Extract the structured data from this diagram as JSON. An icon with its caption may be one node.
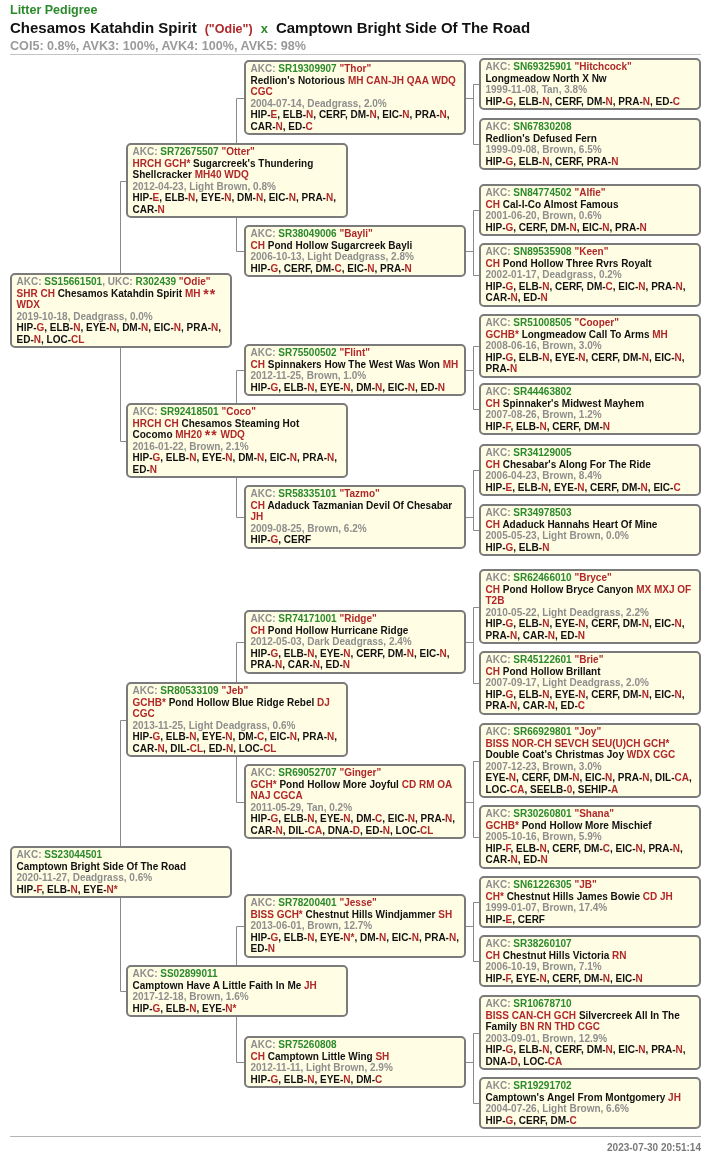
{
  "diagram": {
    "title": "Litter Pedigree",
    "nodes": [
      {
        "text": [
          "AKC: SS15661501, UKC: R302439 \"Odie\"",
          "SHR CH Chesamos Katahdin Spirit MH ** WDX",
          "2019-10-18, Deadgrass, 0.0%",
          "HIP-G, ELB-N, EYE-N, DM-N, EIC-N, PRA-N, ED-N, LOC-CL"
        ]
      },
      {
        "text": [
          "AKC: SS23044501",
          "Camptown Bright Side Of The Road",
          "2020-11-27, Deadgrass, 0.6%",
          "HIP-F, ELB-N, EYE-N*"
        ]
      },
      {
        "text": [
          "AKC: SR72675507 \"Otter\"",
          "HRCH GCH* Sugarcreek's Thundering Shellcracker MH40 WDQ",
          "2012-04-23, Light Brown, 0.8%",
          "HIP-E, ELB-N, EYE-N, DM-N, EIC-N, PRA-N, CAR-N"
        ]
      },
      {
        "text": [
          "AKC: SR92418501 \"Coco\"",
          "HRCH CH Chesamos Steaming Hot Cocomo MH20 ** WDQ",
          "2016-01-22, Brown, 2.1%",
          "HIP-G, ELB-N, EYE-N, DM-N, EIC-N, PRA-N, ED-N"
        ]
      },
      {
        "text": [
          "AKC: SR80533109 \"Jeb\"",
          "GCHB* Pond Hollow Blue Ridge Rebel DJ CGC",
          "2013-11-25, Light Deadgrass, 0.6%",
          "HIP-G, ELB-N, EYE-N, DM-C, EIC-N, PRA-N, CAR-N, DIL-CL, ED-N, LOC-CL"
        ]
      },
      {
        "text": [
          "AKC: SS02899011",
          "Camptown Have A Little Faith In Me JH",
          "2017-12-18, Brown, 1.6%",
          "HIP-G, ELB-N, EYE-N*"
        ]
      },
      {
        "text": [
          "AKC: SR19309907 \"Thor\"",
          "Redlion's Notorious MH CAN-JH QAA WDQ CGC",
          "2004-07-14, Deadgrass, 2.0%",
          "HIP-E, ELB-N, CERF, DM-N, EIC-N, PRA-N, CAR-N, ED-C"
        ]
      },
      {
        "text": [
          "AKC: SR38049006 \"Bayli\"",
          "CH Pond Hollow Sugarcreek Bayli",
          "2006-10-13, Light Deadgrass, 2.8%",
          "HIP-G, CERF, DM-C, EIC-N, PRA-N"
        ]
      },
      {
        "text": [
          "AKC: SR75500502 \"Flint\"",
          "CH Spinnakers How The West Was Won MH",
          "2012-11-25, Brown, 1.0%",
          "HIP-G, ELB-N, EYE-N, DM-N, EIC-N, ED-N"
        ]
      },
      {
        "text": [
          "AKC: SR58335101 \"Tazmo\"",
          "CH Adaduck Tazmanian Devil Of Chesabar JH",
          "2009-08-25, Brown, 6.2%",
          "HIP-G, CERF"
        ]
      },
      {
        "text": [
          "AKC: SR74171001 \"Ridge\"",
          "CH Pond Hollow Hurricane Ridge",
          "2012-05-03, Dark Deadgrass, 2.4%",
          "HIP-G, ELB-N, EYE-N, CERF, DM-N, EIC-N, PRA-N, CAR-N, ED-N"
        ]
      },
      {
        "text": [
          "AKC: SR69052707 \"Ginger\"",
          "GCH* Pond Hollow More Joyful CD RM OA NAJ CGCA",
          "2011-05-29, Tan, 0.2%",
          "HIP-G, ELB-N, EYE-N, DM-C, EIC-N, PRA-N, CAR-N, DIL-CA, DNA-D, ED-N, LOC-CL"
        ]
      },
      {
        "text": [
          "AKC: SR78200401 \"Jesse\"",
          "BISS GCH* Chestnut Hills Windjammer SH",
          "2013-06-01, Brown, 12.7%",
          "HIP-G, ELB-N, EYE-N*, DM-N, EIC-N, PRA-N, ED-N"
        ]
      },
      {
        "text": [
          "AKC: SR75260808",
          "CH Camptown Little Wing SH",
          "2012-11-11, Light Brown, 2.9%",
          "HIP-G, ELB-N, EYE-N, DM-C"
        ]
      },
      {
        "text": [
          "AKC: SN69325901 \"Hitchcock\"",
          "Longmeadow North X Nw",
          "1999-11-08, Tan, 3.8%",
          "HIP-G, ELB-N, CERF, DM-N, PRA-N, ED-C"
        ]
      },
      {
        "text": [
          "AKC: SN67830208",
          "Redlion's Defused Fern",
          "1999-09-08, Brown, 6.5%",
          "HIP-G, ELB-N, CERF, PRA-N"
        ]
      },
      {
        "text": [
          "AKC: SN84774502 \"Alfie\"",
          "CH Cal-I-Co Almost Famous",
          "2001-06-20, Brown, 0.6%",
          "HIP-G, CERF, DM-N, EIC-N, PRA-N"
        ]
      },
      {
        "text": [
          "AKC: SN89535908 \"Keen\"",
          "CH Pond Hollow Three Rvrs Royalt",
          "2002-01-17, Deadgrass, 0.2%",
          "HIP-G, ELB-N, CERF, DM-C, EIC-N, PRA-N, CAR-N, ED-N"
        ]
      },
      {
        "text": [
          "AKC: SR51008505 \"Cooper\"",
          "GCHB* Longmeadow Call To Arms MH",
          "2008-06-16, Brown, 3.0%",
          "HIP-G, ELB-N, EYE-N, CERF, DM-N, EIC-N, PRA-N"
        ]
      },
      {
        "text": [
          "AKC: SR44463802",
          "CH Spinnaker's Midwest Mayhem",
          "2007-08-26, Brown, 1.2%",
          "HIP-F, ELB-N, CERF, DM-N"
        ]
      },
      {
        "text": [
          "AKC: SR34129005",
          "CH Chesabar's Along For The Ride",
          "2006-04-23, Brown, 8.4%",
          "HIP-E, ELB-N, EYE-N, CERF, DM-N, EIC-C"
        ]
      },
      {
        "text": [
          "AKC: SR34978503",
          "CH Adaduck Hannahs Heart Of Mine",
          "2005-05-23, Light Brown, 0.0%",
          "HIP-G, ELB-N"
        ]
      },
      {
        "text": [
          "AKC: SR62466010 \"Bryce\"",
          "CH Pond Hollow Bryce Canyon MX MXJ OF T2B",
          "2010-05-22, Light Deadgrass, 2.2%",
          "HIP-G, ELB-N, EYE-N, CERF, DM-N, EIC-N, PRA-N, CAR-N, ED-N"
        ]
      },
      {
        "text": [
          "AKC: SR45122601 \"Brie\"",
          "CH Pond Hollow Brillant",
          "2007-09-17, Light Deadgrass, 2.0%",
          "HIP-G, ELB-N, EYE-N, CERF, DM-N, EIC-N, PRA-N, CAR-N, ED-C"
        ]
      },
      {
        "text": [
          "AKC: SR66929801 \"Joy\"",
          "BISS NOR-CH SEVCH SEU(U)CH GCH* Double Coat's Christmas Joy WDX CGC",
          "2007-12-23, Brown, 3.0%",
          "EYE-N, CERF, DM-N, EIC-N, PRA-N, DIL-CA, LOC-CA, SEELB-0, SEHIP-A"
        ]
      },
      {
        "text": [
          "AKC: SR30260801 \"Shana\"",
          "GCHB* Pond Hollow More Mischief",
          "2005-10-16, Brown, 5.9%",
          "HIP-F, ELB-N, CERF, DM-C, EIC-N, PRA-N, CAR-N, ED-N"
        ]
      },
      {
        "text": [
          "AKC: SN61226305 \"JB\"",
          "CH* Chestnut Hills James Bowie CD JH",
          "1999-01-07, Brown, 17.4%",
          "HIP-E, CERF"
        ]
      },
      {
        "text": [
          "AKC: SR38260107",
          "CH Chestnut Hills Victoria RN",
          "2006-10-19, Brown, 7.1%",
          "HIP-F, EYE-N, CERF, DM-N, EIC-N"
        ]
      },
      {
        "text": [
          "AKC: SR10678710",
          "BISS CAN-CH GCH Silvercreek All In The Family BN RN THD CGC",
          "2003-09-01, Brown, 12.9%",
          "HIP-G, ELB-N, CERF, DM-N, EIC-N, PRA-N, DNA-D, LOC-CA"
        ]
      },
      {
        "text": [
          "AKC: SR19291702",
          "Camptown's Angel From Montgomery JH",
          "2004-07-26, Light Brown, 6.6%",
          "HIP-G, CERF, DM-C"
        ]
      }
    ],
    "edges": [
      {
        "from": 0,
        "to": 2,
        "arrow": "none"
      },
      {
        "from": 0,
        "to": 3,
        "arrow": "none"
      },
      {
        "from": 1,
        "to": 4,
        "arrow": "none"
      },
      {
        "from": 1,
        "to": 5,
        "arrow": "none"
      },
      {
        "from": 2,
        "to": 6,
        "arrow": "none"
      },
      {
        "from": 2,
        "to": 7,
        "arrow": "none"
      },
      {
        "from": 3,
        "to": 8,
        "arrow": "none"
      },
      {
        "from": 3,
        "to": 9,
        "arrow": "none"
      },
      {
        "from": 4,
        "to": 10,
        "arrow": "none"
      },
      {
        "from": 4,
        "to": 11,
        "arrow": "none"
      },
      {
        "from": 5,
        "to": 12,
        "arrow": "none"
      },
      {
        "from": 5,
        "to": 13,
        "arrow": "none"
      },
      {
        "from": 6,
        "to": 14,
        "arrow": "none"
      },
      {
        "from": 6,
        "to": 15,
        "arrow": "none"
      },
      {
        "from": 7,
        "to": 16,
        "arrow": "none"
      },
      {
        "from": 7,
        "to": 17,
        "arrow": "none"
      },
      {
        "from": 8,
        "to": 18,
        "arrow": "none"
      },
      {
        "from": 8,
        "to": 19,
        "arrow": "none"
      },
      {
        "from": 9,
        "to": 20,
        "arrow": "none"
      },
      {
        "from": 9,
        "to": 21,
        "arrow": "none"
      },
      {
        "from": 10,
        "to": 22,
        "arrow": "none"
      },
      {
        "from": 10,
        "to": 23,
        "arrow": "none"
      },
      {
        "from": 11,
        "to": 24,
        "arrow": "none"
      },
      {
        "from": 11,
        "to": 25,
        "arrow": "none"
      },
      {
        "from": 12,
        "to": 26,
        "arrow": "none"
      },
      {
        "from": 12,
        "to": 27,
        "arrow": "none"
      },
      {
        "from": 13,
        "to": 28,
        "arrow": "none"
      },
      {
        "from": 13,
        "to": 29,
        "arrow": "none"
      }
    ],
    "labels": [
      "Chesamos Katahdin Spirit",
      "(\"Odie\")",
      "x",
      "Camptown Bright Side Of The Road",
      "COI5: 0.8%, AVK3: 100%, AVK4: 100%, AVK5: 98%",
      "2023-07-30 20:51:14"
    ]
  }
}
